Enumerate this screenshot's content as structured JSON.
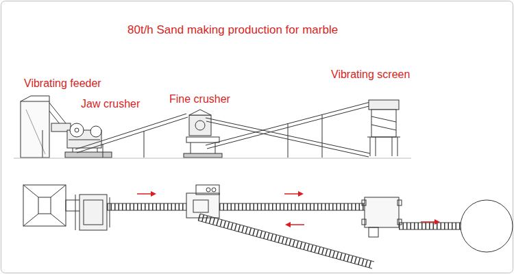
{
  "diagram": {
    "title": "80t/h Sand making production for marble",
    "labels": [
      "Vibrating feeder",
      "Jaw crusher",
      "Fine crusher",
      "Vibrating screen"
    ]
  }
}
